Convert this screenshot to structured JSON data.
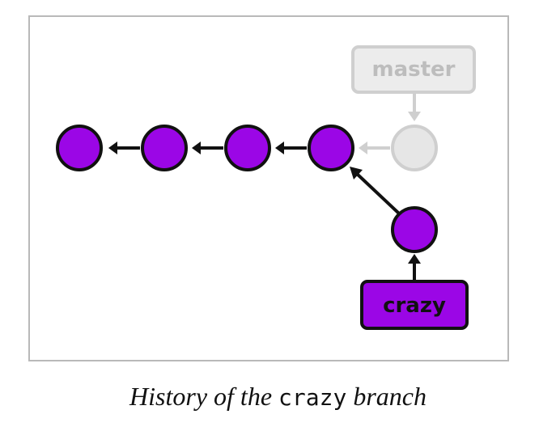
{
  "diagram": {
    "master_label": "master",
    "crazy_label": "crazy",
    "colors": {
      "commit_fill": "#9b06e6",
      "commit_stroke": "#111111",
      "faded_fill": "#e6e6e6",
      "faded_stroke": "#cfcfcf",
      "faded_text": "#bdbdbd",
      "crazy_box_fill": "#9b06e6",
      "crazy_text": "#111111"
    },
    "commits": [
      {
        "id": "c1",
        "state": "active"
      },
      {
        "id": "c2",
        "state": "active"
      },
      {
        "id": "c3",
        "state": "active"
      },
      {
        "id": "c4",
        "state": "active"
      },
      {
        "id": "master-commit",
        "state": "faded"
      },
      {
        "id": "crazy-commit",
        "state": "active"
      }
    ]
  },
  "caption": {
    "prefix": "History of the ",
    "code": "crazy",
    "suffix": " branch"
  }
}
